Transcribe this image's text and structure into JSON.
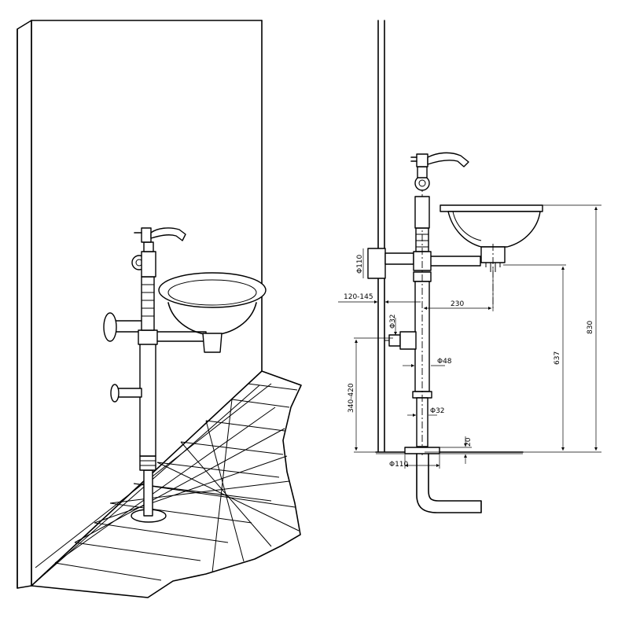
{
  "dimensions": {
    "wall_flange_dia": "Φ110",
    "wall_offset": "120-145",
    "sink_reach": "230",
    "overall_height": "830",
    "sink_height": "637",
    "valve_dia": "Φ32",
    "pipe_dia": "Φ48",
    "inlet_height": "340-420",
    "lower_pipe_dia": "Φ32",
    "base_height": "20",
    "floor_flange_dia": "Φ110"
  }
}
